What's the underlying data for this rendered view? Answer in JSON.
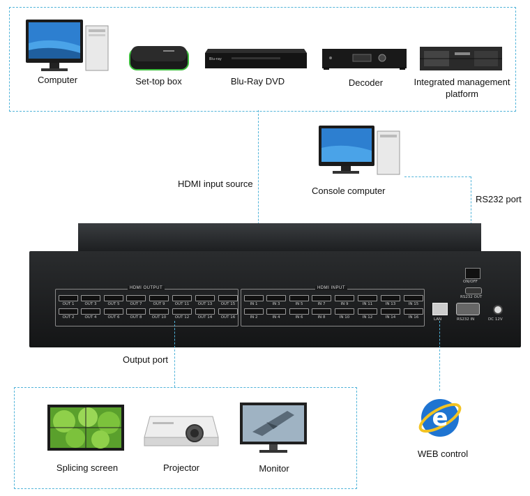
{
  "sources": [
    {
      "label": "Computer",
      "icon": "desktop-computer-icon"
    },
    {
      "label": "Set-top box",
      "icon": "set-top-box-icon"
    },
    {
      "label": "Blu-Ray DVD",
      "icon": "bluray-player-icon"
    },
    {
      "label": "Decoder",
      "icon": "decoder-icon"
    },
    {
      "label": "Integrated management platform",
      "label_line1": "Integrated management",
      "label_line2": "platform",
      "icon": "management-platform-icon"
    }
  ],
  "hdmi_input_source_label": "HDMI input source",
  "console_label": "Console computer",
  "rs232_label": "RS232 port",
  "output_port_label": "Output port",
  "web_control_label": "WEB control",
  "outputs": [
    {
      "label": "Splicing screen",
      "icon": "splicing-screen-icon"
    },
    {
      "label": "Projector",
      "icon": "projector-icon"
    },
    {
      "label": "Monitor",
      "icon": "monitor-icon"
    }
  ],
  "matrix": {
    "hdmi_output_title": "HDMI OUTPUT",
    "hdmi_input_title": "HDMI INPUT",
    "out_top": [
      "OUT 1",
      "OUT 3",
      "OUT 5",
      "OUT 7",
      "OUT 9",
      "OUT 11",
      "OUT 13",
      "OUT 15"
    ],
    "out_bottom": [
      "OUT 2",
      "OUT 4",
      "OUT 6",
      "OUT 8",
      "OUT 10",
      "OUT 12",
      "OUT 14",
      "OUT 16"
    ],
    "in_top": [
      "IN 1",
      "IN 3",
      "IN 5",
      "IN 7",
      "IN 9",
      "IN 11",
      "IN 13",
      "IN 15"
    ],
    "in_bottom": [
      "IN 2",
      "IN 4",
      "IN 6",
      "IN 8",
      "IN 10",
      "IN 12",
      "IN 14",
      "IN 16"
    ],
    "lan_label": "LAN",
    "on_off_label": "ON/OFF",
    "rs232_out_label": "RS232 OUT",
    "rs232_in_label": "RS232 IN",
    "dc_label": "DC 12V"
  },
  "colors": {
    "dash": "#4fb3d9",
    "chassis": "#1d1f21"
  }
}
